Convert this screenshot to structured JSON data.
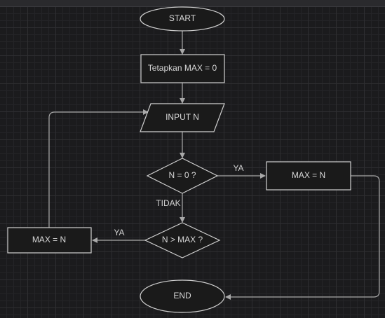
{
  "diagram": {
    "nodes": {
      "start": "START",
      "init": "Tetapkan MAX = 0",
      "input": "INPUT N",
      "cond_zero": "N = 0 ?",
      "assign_right": "MAX = N",
      "cond_max": "N > MAX ?",
      "assign_left": "MAX = N",
      "end": "END"
    },
    "edge_labels": {
      "zero_yes": "YA",
      "zero_no": "TIDAK",
      "max_yes": "YA"
    }
  }
}
